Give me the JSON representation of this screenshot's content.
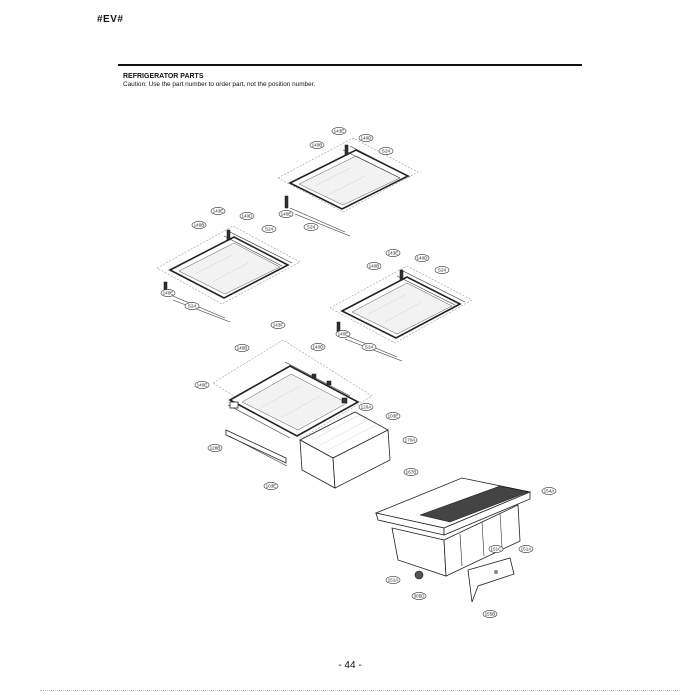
{
  "header": {
    "tag": "#EV#"
  },
  "section": {
    "title": "REFRIGERATOR PARTS",
    "caution": "Caution: Use the part number to order part, not the position number."
  },
  "labels": {
    "s1": {
      "a": "143E",
      "b": "140B",
      "c": "140D",
      "d": "S24",
      "e": "140E",
      "f": "S24"
    },
    "s2": {
      "a": "143E",
      "b": "140B",
      "c": "140D",
      "d": "S24",
      "e": "140E",
      "f": "S24"
    },
    "s3": {
      "a": "143E",
      "b": "140B",
      "c": "140D",
      "d": "S24",
      "e": "140E",
      "f": "S24"
    },
    "drawer": {
      "a": "143F",
      "b": "140B",
      "c": "140D",
      "d": "140E",
      "e": "120A",
      "f": "103E",
      "g": "128B",
      "h": "170A",
      "i": "103E"
    },
    "crisper": {
      "a": "167B",
      "b": "154A",
      "c": "151C",
      "d": "151A",
      "e": "151A",
      "f": "305D",
      "g": "155B"
    }
  },
  "footer": {
    "page": "- 44 -"
  }
}
